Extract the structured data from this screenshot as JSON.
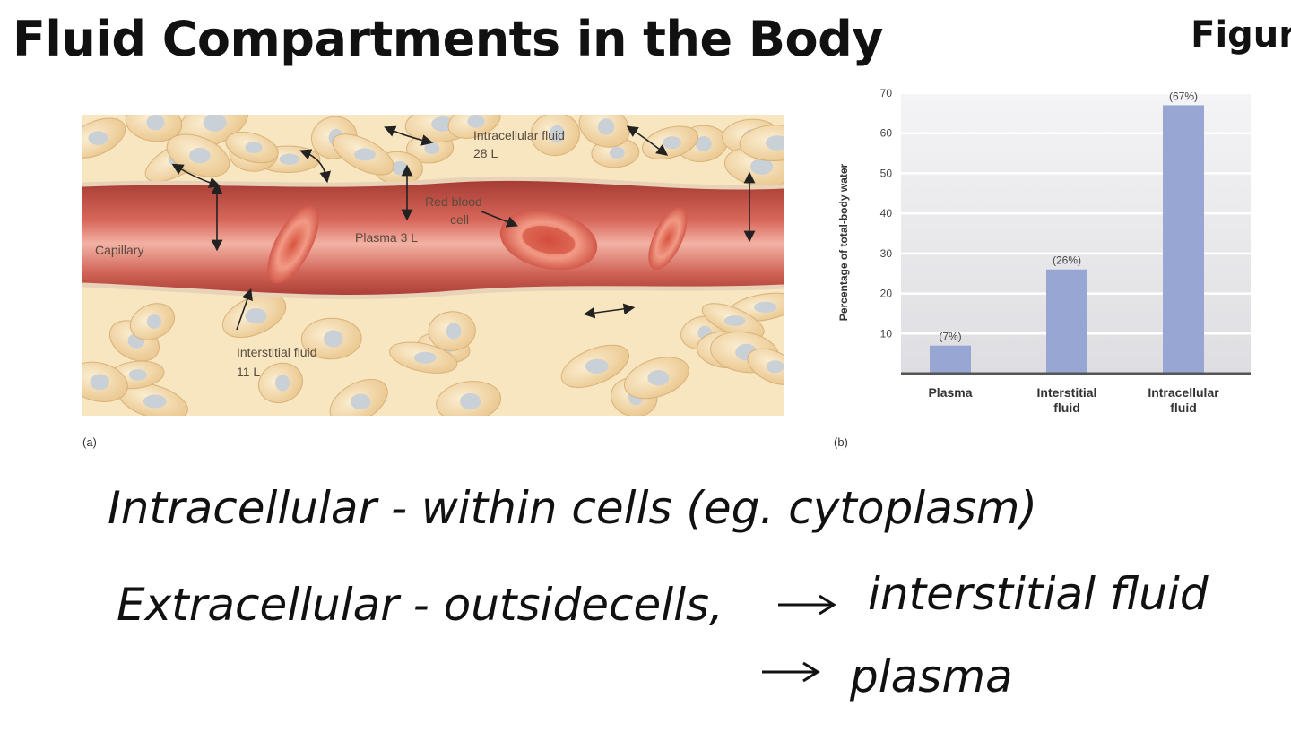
{
  "slide": {
    "title": "Fluid Compartments in the Body",
    "figure_label": "Figur"
  },
  "illustration": {
    "panel_label": "(a)",
    "labels": {
      "intracellular": "Intracellular fluid",
      "intracellular_volume": "28 L",
      "red_blood_cell_1": "Red blood",
      "red_blood_cell_2": "cell",
      "plasma": "Plasma 3 L",
      "capillary": "Capillary",
      "interstitial": "Interstitial fluid",
      "interstitial_volume": "11 L"
    }
  },
  "chart_data": {
    "type": "bar",
    "panel_label": "(b)",
    "categories": [
      [
        "Plasma"
      ],
      [
        "Interstitial",
        "fluid"
      ],
      [
        "Intracellular",
        "fluid"
      ]
    ],
    "values": [
      7,
      26,
      67
    ],
    "data_labels": [
      "(7%)",
      "(26%)",
      "(67%)"
    ],
    "ylabel": "Percentage of total-body water",
    "ylim": [
      0,
      70
    ],
    "yticks": [
      10,
      20,
      30,
      40,
      50,
      60,
      70
    ],
    "grid": true,
    "bar_color": "#98a6d4"
  },
  "notes": {
    "line1": "Intracellular - within cells (eg. cytoplasm)",
    "line2a": "Extracellular - outsidecells,",
    "line2b": "interstitial fluid",
    "line3": "plasma"
  },
  "colors": {
    "vessel": "#b8443a",
    "tissue": "#f7e6c0",
    "cell": "#f3d6a4"
  }
}
